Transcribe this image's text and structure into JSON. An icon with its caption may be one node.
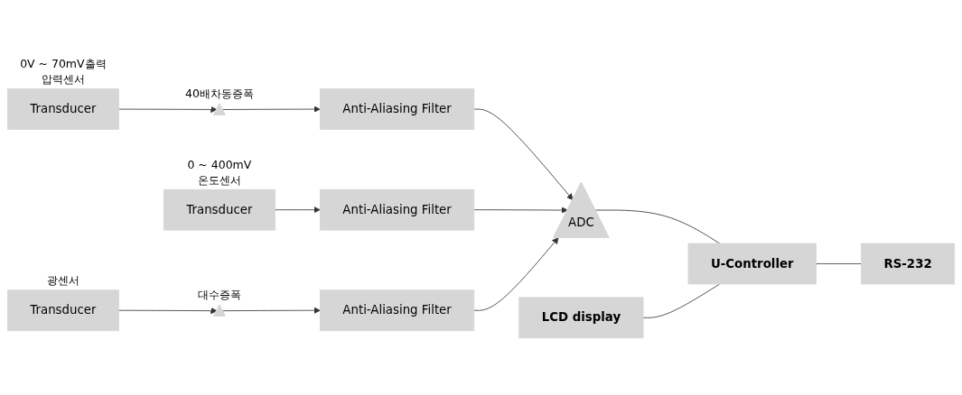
{
  "diagram": {
    "nodes": [
      {
        "text": [
          "Transducer"
        ],
        "beside": [
          "0V ~ 70mV출력",
          "압력센서"
        ]
      },
      {
        "text": [],
        "shape": "triangle",
        "beside": [
          "40배차동증폭"
        ]
      },
      {
        "text": [
          "Anti-Aliasing Filter"
        ]
      },
      {
        "text": [
          "Transducer"
        ],
        "beside": [
          "0 ~ 400mV",
          "온도센서"
        ]
      },
      {
        "text": [
          "Anti-Aliasing Filter"
        ]
      },
      {
        "text": [
          "Transducer"
        ],
        "beside": [
          "광센서"
        ]
      },
      {
        "text": [],
        "shape": "triangle",
        "beside": [
          "대수증폭"
        ]
      },
      {
        "text": [
          "Anti-Aliasing Filter"
        ]
      },
      {
        "text": [
          "ADC"
        ]
      },
      {
        "text": [
          "LCD display"
        ]
      },
      {
        "text": [
          "U-Controller"
        ]
      },
      {
        "text": [
          "RS-232"
        ]
      }
    ],
    "edges": [
      {
        "from": 0,
        "to": 1,
        "arrow": "to"
      },
      {
        "from": 1,
        "to": 2,
        "arrow": "to"
      },
      {
        "from": 2,
        "to": 8,
        "arrow": "to"
      },
      {
        "from": 3,
        "to": 4,
        "arrow": "to"
      },
      {
        "from": 4,
        "to": 8,
        "arrow": "to"
      },
      {
        "from": 5,
        "to": 6,
        "arrow": "to"
      },
      {
        "from": 6,
        "to": 7,
        "arrow": "to"
      },
      {
        "from": 7,
        "to": 8,
        "arrow": "to"
      },
      {
        "from": 8,
        "to": 10,
        "arrow": "none"
      },
      {
        "from": 9,
        "to": 10,
        "arrow": "none"
      },
      {
        "from": 10,
        "to": 11,
        "arrow": "none"
      }
    ]
  }
}
